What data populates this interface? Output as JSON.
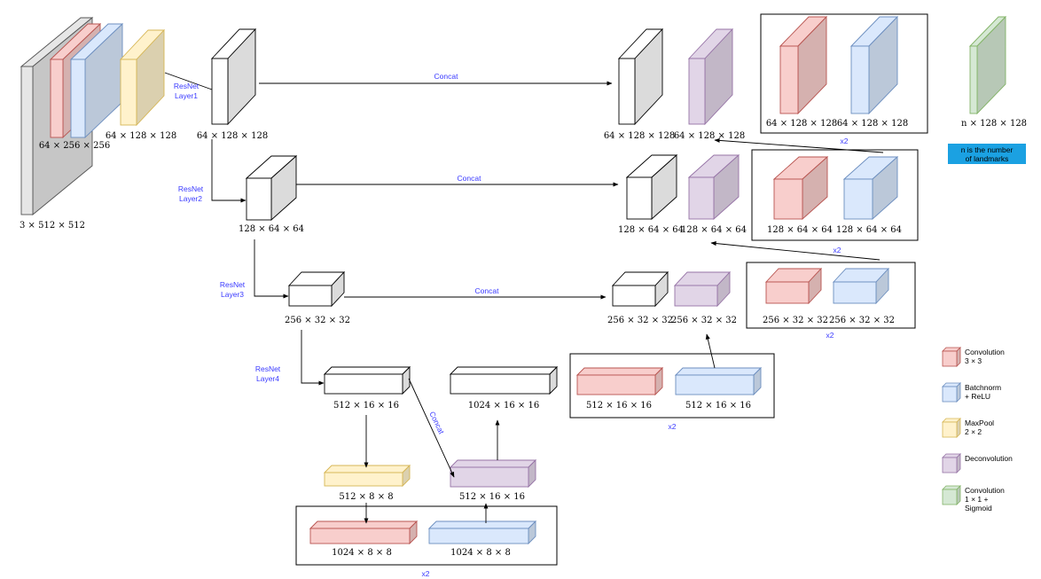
{
  "colors": {
    "white": "#ffffff",
    "gray": "#e6e6e6",
    "red": "#f8cecc",
    "blue": "#dae8fc",
    "yellow": "#fff2cc",
    "purple": "#e1d5e7",
    "green": "#d5e8d4",
    "note_bg": "#1ba1e2",
    "label_blue": "#3a3aff"
  },
  "encoder": {
    "input_dim": "3 × 512 × 512",
    "stem_dim": "64 × 256 × 256",
    "pool_dim": "64 × 128 × 128",
    "layer1_dim": "64 × 128 × 128",
    "layer2_dim": "128 × 64 × 64",
    "layer3_dim": "256 × 32 × 32",
    "layer4_dim": "512 × 16 × 16",
    "layer1_label": [
      "ResNet",
      "Layer1"
    ],
    "layer2_label": [
      "ResNet",
      "Layer2"
    ],
    "layer3_label": [
      "ResNet",
      "Layer3"
    ],
    "layer4_label": [
      "ResNet",
      "Layer4"
    ]
  },
  "bottleneck": {
    "pool_dim": "512 × 8 × 8",
    "conv_red_dim": "1024 × 8 × 8",
    "conv_blue_dim": "1024 × 8 × 8",
    "up_dim": "1024 × 16 × 16",
    "deconv_dim": "512 × 16 × 16",
    "repeat": "x2",
    "concat_label": "Concat"
  },
  "decoder": {
    "l3_skip_dim": "256 × 32 × 32",
    "l3_deconv_dim": "256 × 32 × 32",
    "l2_skip_dim": "128 × 64 × 64",
    "l2_deconv_dim": "128 × 64 × 64",
    "l1_skip_dim": "64 × 128 × 128",
    "l1_deconv_dim": "64 × 128 × 128",
    "concat_label": "Concat"
  },
  "blocks": {
    "b16": {
      "red": "512 × 16 × 16",
      "blue": "512 × 16 × 16",
      "repeat": "x2"
    },
    "b32": {
      "red": "256 × 32 × 32",
      "blue": "256 × 32 × 32",
      "repeat": "x2"
    },
    "b64": {
      "red": "128 × 64 × 64",
      "blue": "128 × 64 × 64",
      "repeat": "x2"
    },
    "b128": {
      "red": "64 × 128 × 128",
      "blue": "64 × 128 × 128",
      "repeat": "x2"
    }
  },
  "output": {
    "dim": "n × 128 × 128",
    "note": [
      "n is the number",
      "of landmarks"
    ]
  },
  "legend": [
    {
      "color": "red",
      "lines": [
        "Convolution",
        "3 × 3"
      ]
    },
    {
      "color": "blue",
      "lines": [
        "Batchnorm",
        "+ ReLU"
      ]
    },
    {
      "color": "yellow",
      "lines": [
        "MaxPool",
        "2 × 2"
      ]
    },
    {
      "color": "purple",
      "lines": [
        "Deconvolution"
      ]
    },
    {
      "color": "green",
      "lines": [
        "Convolution",
        "1 × 1 +",
        "Sigmoid"
      ]
    }
  ]
}
